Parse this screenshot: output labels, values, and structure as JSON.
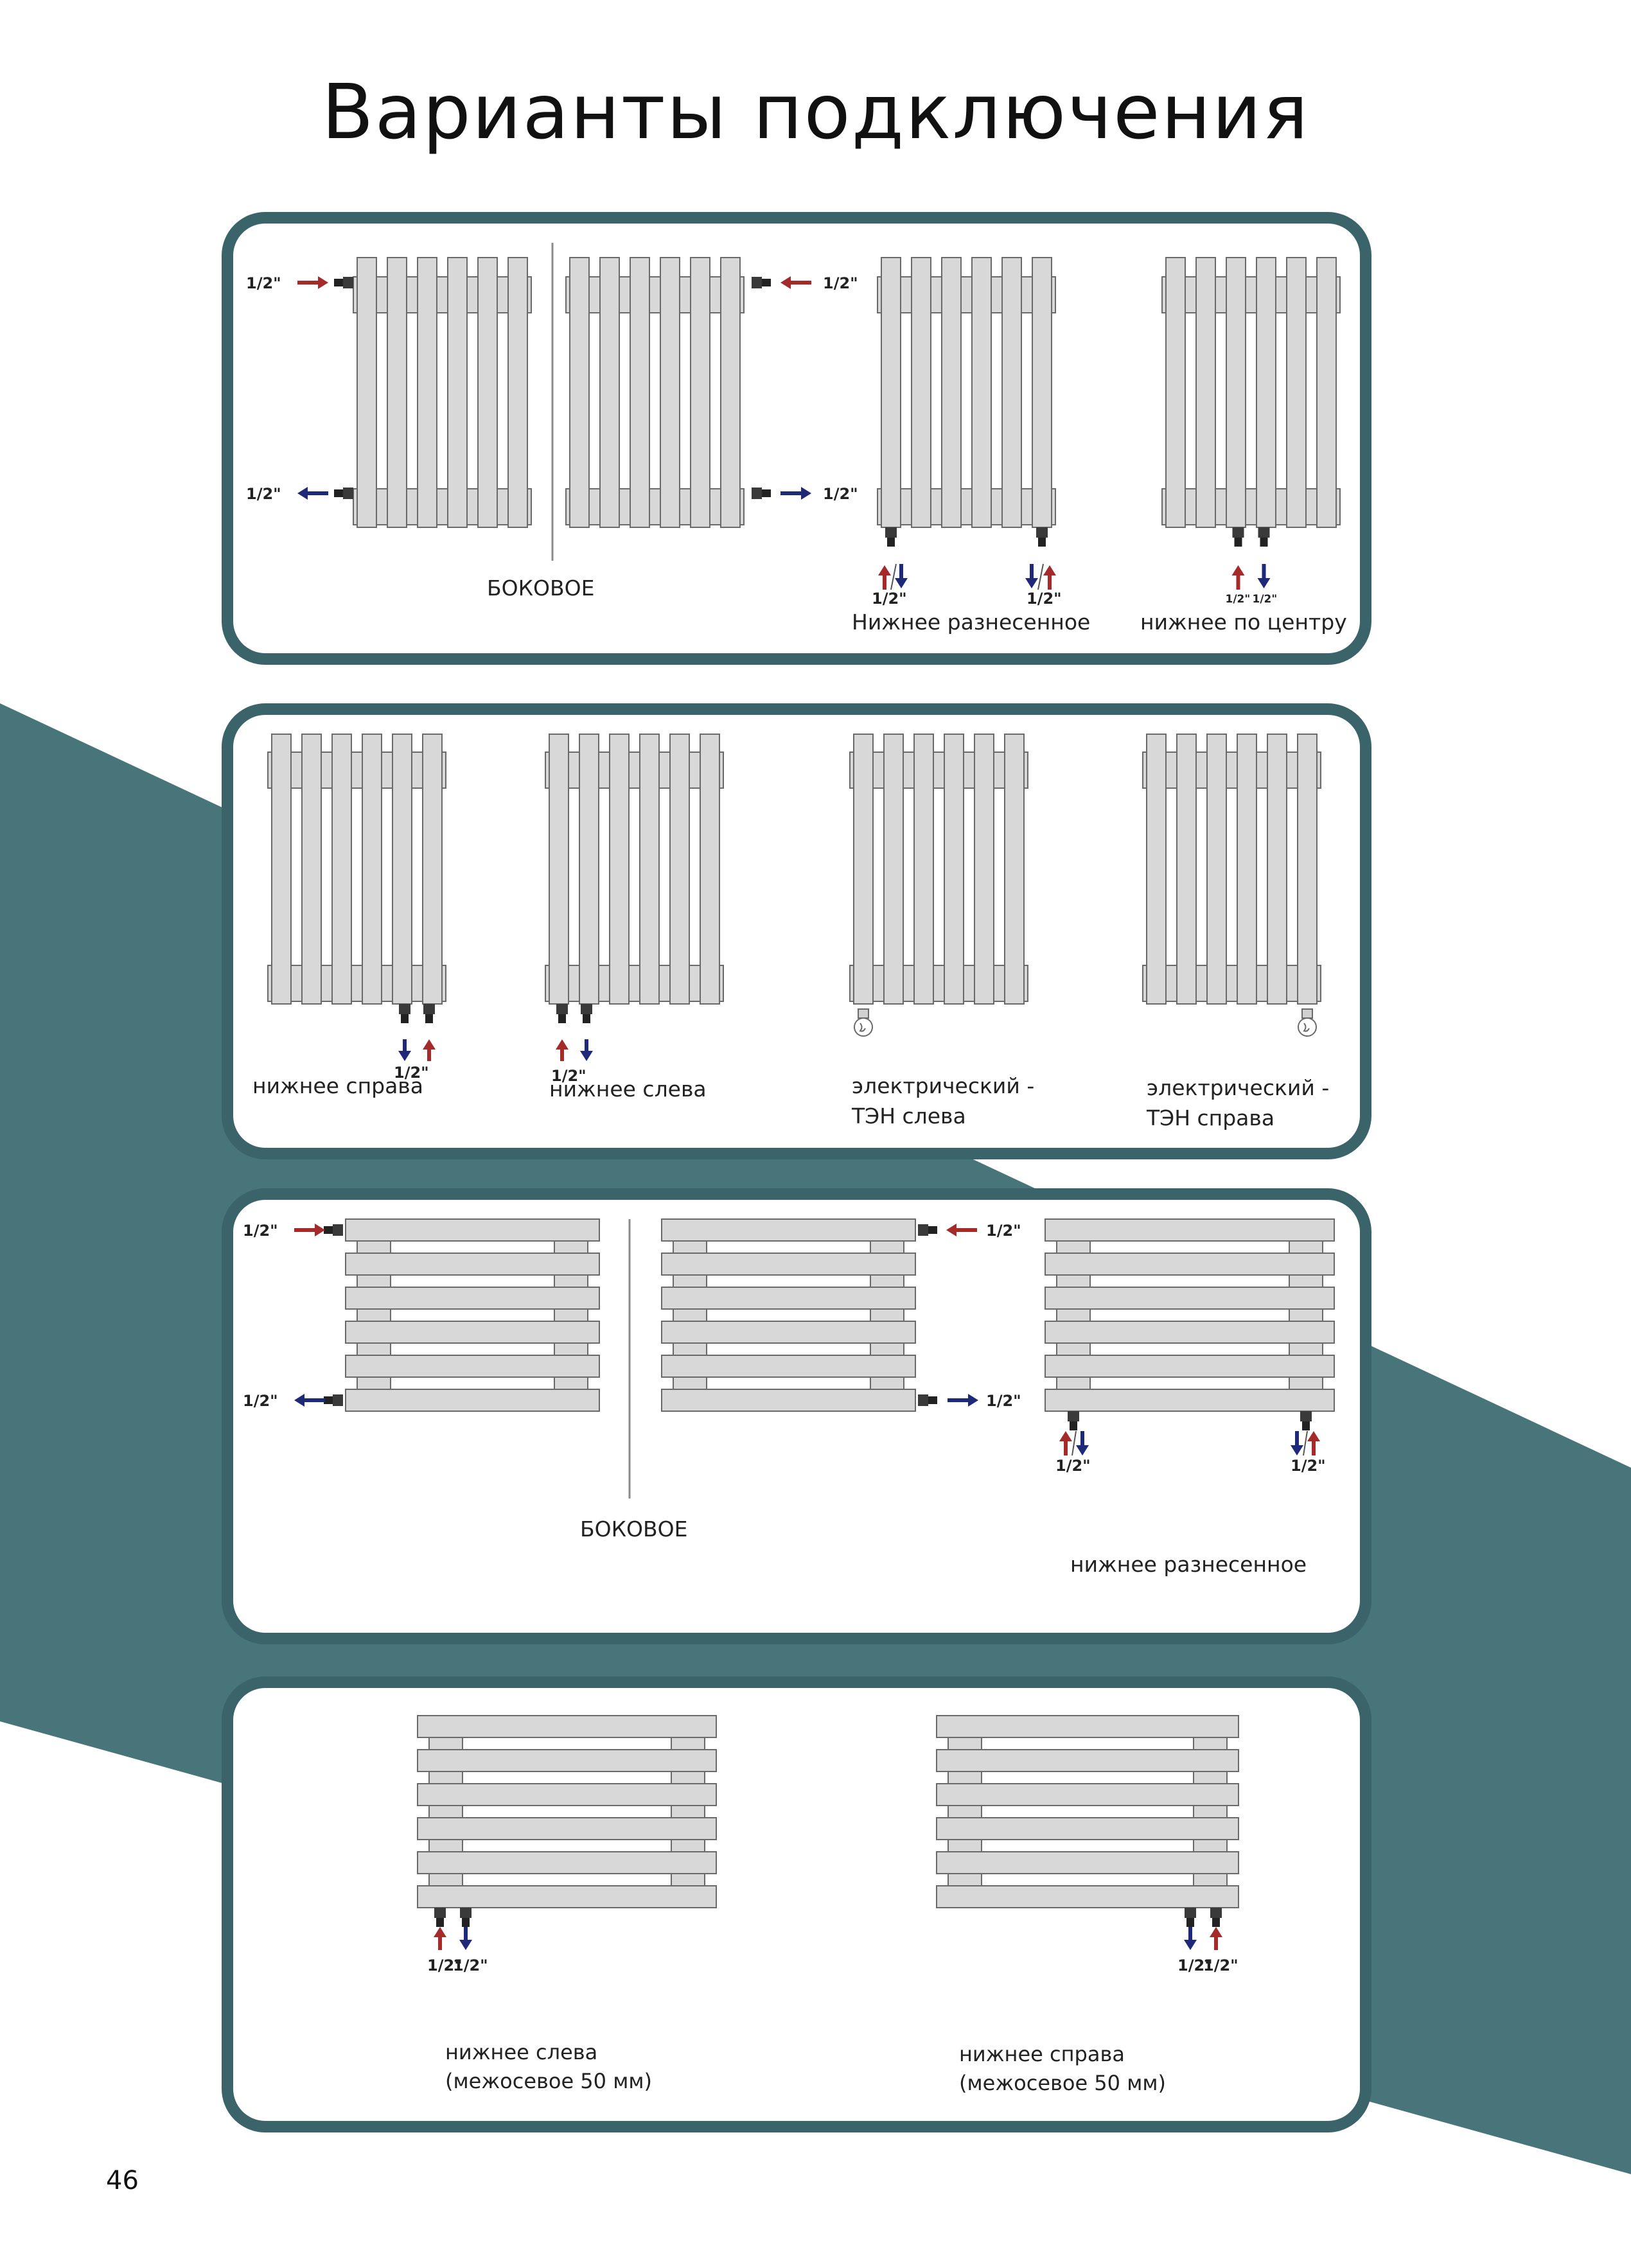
{
  "page": {
    "title": "Варианты подключения",
    "page_number": "46",
    "accent_color": "#48757a",
    "panel_border_color": "#3b646a"
  },
  "annotations": {
    "pipe_size": "1/2\"",
    "supply_arrow_color": "#a52a2a",
    "return_arrow_color": "#1e2a78"
  },
  "panels": [
    {
      "labels": {
        "side": "БОКОВОЕ",
        "bottom_spread": "Нижнее разнесенное",
        "bottom_center": "нижнее по центру"
      }
    },
    {
      "labels": {
        "bottom_right": "нижнее справа",
        "bottom_left": "нижнее слева",
        "electric_left_1": "электрический -",
        "electric_left_2": "ТЭН слева",
        "electric_right_1": "электрический -",
        "electric_right_2": "ТЭН справа"
      }
    },
    {
      "labels": {
        "side": "БОКОВОЕ",
        "bottom_spread": "нижнее разнесенное"
      }
    },
    {
      "labels": {
        "bottom_left_1": "нижнее слева",
        "bottom_left_2": "(межосевое 50 мм)",
        "bottom_right_1": "нижнее справа",
        "bottom_right_2": "(межосевое 50 мм)"
      }
    }
  ]
}
